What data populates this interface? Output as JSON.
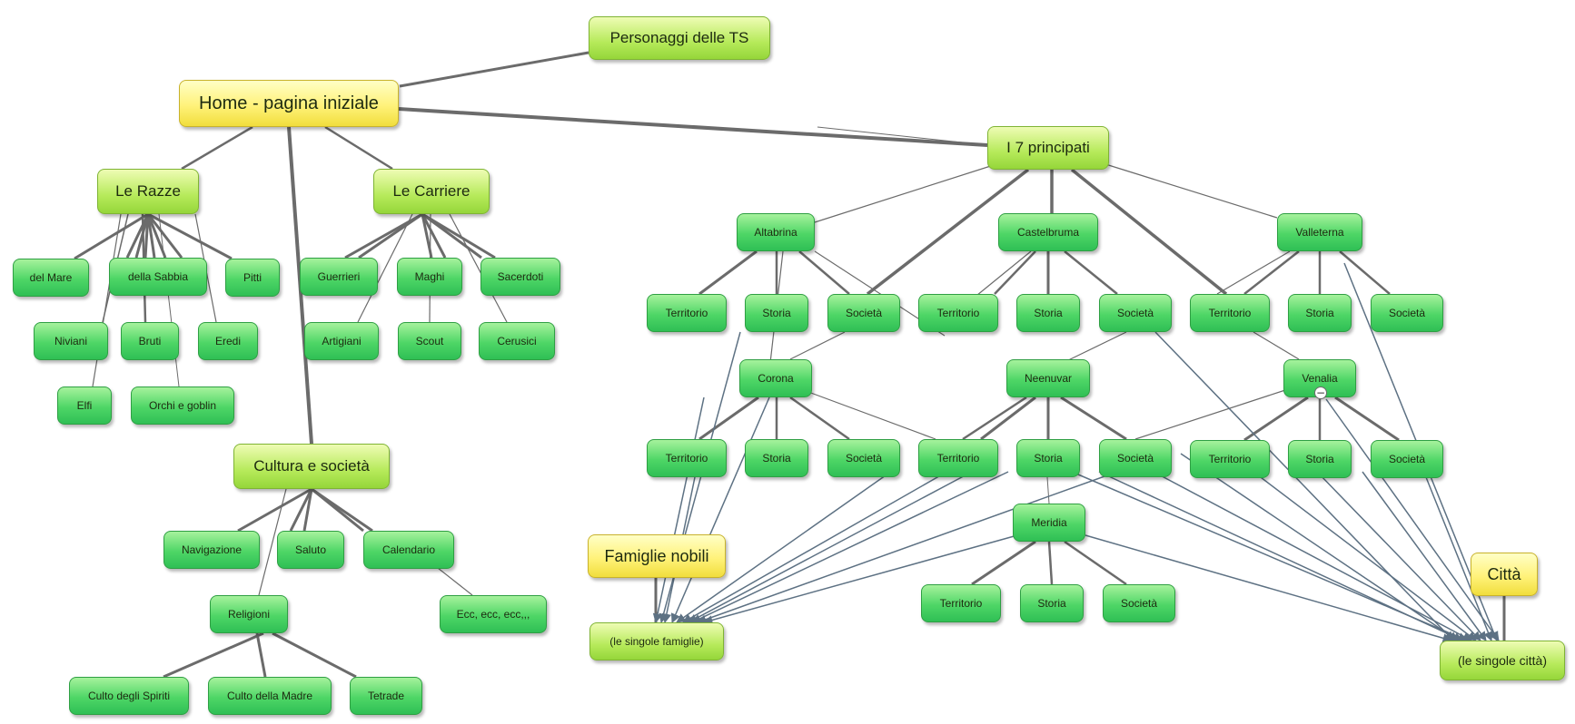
{
  "nodes": {
    "personaggi": "Personaggi delle TS",
    "home": "Home - pagina iniziale",
    "razze": "Le Razze",
    "carriere": "Le Carriere",
    "principati": "I 7 principati",
    "del_mare": "del Mare",
    "della_sabbia": "della Sabbia",
    "pitti": "Pitti",
    "niviani": "Niviani",
    "bruti": "Bruti",
    "eredi": "Eredi",
    "elfi": "Elfi",
    "orchi": "Orchi e goblin",
    "guerrieri": "Guerrieri",
    "maghi": "Maghi",
    "sacerdoti": "Sacerdoti",
    "artigiani": "Artigiani",
    "scout": "Scout",
    "cerusici": "Cerusici",
    "cultura": "Cultura e società",
    "navigazione": "Navigazione",
    "saluto": "Saluto",
    "calendario": "Calendario",
    "religioni": "Religioni",
    "ecc": "Ecc, ecc, ecc,,,",
    "culto_spiriti": "Culto degli Spiriti",
    "culto_madre": "Culto della Madre",
    "tetrade": "Tetrade",
    "altabrina": "Altabrina",
    "castelbruma": "Castelbruma",
    "valleterna": "Valleterna",
    "alt_territorio": "Territorio",
    "alt_storia": "Storia",
    "alt_societa": "Società",
    "cas_territorio": "Territorio",
    "cas_storia": "Storia",
    "cas_societa": "Società",
    "val_territorio": "Territorio",
    "val_storia": "Storia",
    "val_societa": "Società",
    "corona": "Corona",
    "neenuvar": "Neenuvar",
    "venalia": "Venalia",
    "cor_territorio": "Territorio",
    "cor_storia": "Storia",
    "cor_societa": "Società",
    "nee_territorio": "Territorio",
    "nee_storia": "Storia",
    "nee_societa": "Società",
    "ven_territorio": "Territorio",
    "ven_storia": "Storia",
    "ven_societa": "Società",
    "famiglie": "Famiglie nobili",
    "singole_famiglie": "(le singole famiglie)",
    "meridia": "Meridia",
    "mer_territorio": "Territorio",
    "mer_storia": "Storia",
    "mer_societa": "Società",
    "citta": "Città",
    "singole_citta": "(le singole città)"
  },
  "collapse_symbol": "−",
  "colors": {
    "edge_thick": "#6b6b6b",
    "edge_arrow": "#5d7183",
    "node_green": "#4ed666",
    "node_lime": "#b6ea5a",
    "node_yellow": "#fff27a"
  }
}
